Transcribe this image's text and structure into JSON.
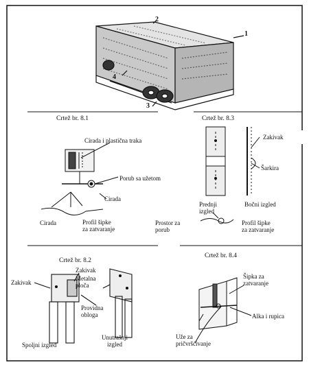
{
  "top_figure": {
    "callouts": [
      "1",
      "2",
      "3",
      "4"
    ]
  },
  "fig_81": {
    "caption": "Crtež br. 8.1",
    "labels": {
      "cirada_traka": "Cirada i plastična traka",
      "porub": "Porub sa užetom",
      "cirada_right": "Cirada",
      "cirada_left": "Cirada",
      "profil": "Profil šipke\nza zatvaranje"
    }
  },
  "fig_83": {
    "caption": "Crtež br. 8.3",
    "labels": {
      "zakivak": "Zakivak",
      "sarkira": "Šarkira",
      "prednji": "Prednji\nizgled",
      "bocni": "Bočni izgled",
      "prostor": "Prostor za\nporub",
      "profil": "Profil šipke\nza zatvaranje"
    }
  },
  "fig_82": {
    "caption": "Crtež br. 8.2",
    "labels": {
      "zakivak_left": "Zakivak",
      "zakivak_top": "Zakivak",
      "metalna": "Metalna\nploča",
      "providna": "Providna\nobloga",
      "spoljni": "Spoljni izgled",
      "unutrasnji": "Unutrašnji\nizgled"
    }
  },
  "fig_84": {
    "caption": "Crtež br. 8.4",
    "labels": {
      "sipka": "Šipka za\nzatvaranje",
      "alka": "Alka i rupica",
      "uze": "Uže za\npričvršćivanje"
    }
  }
}
